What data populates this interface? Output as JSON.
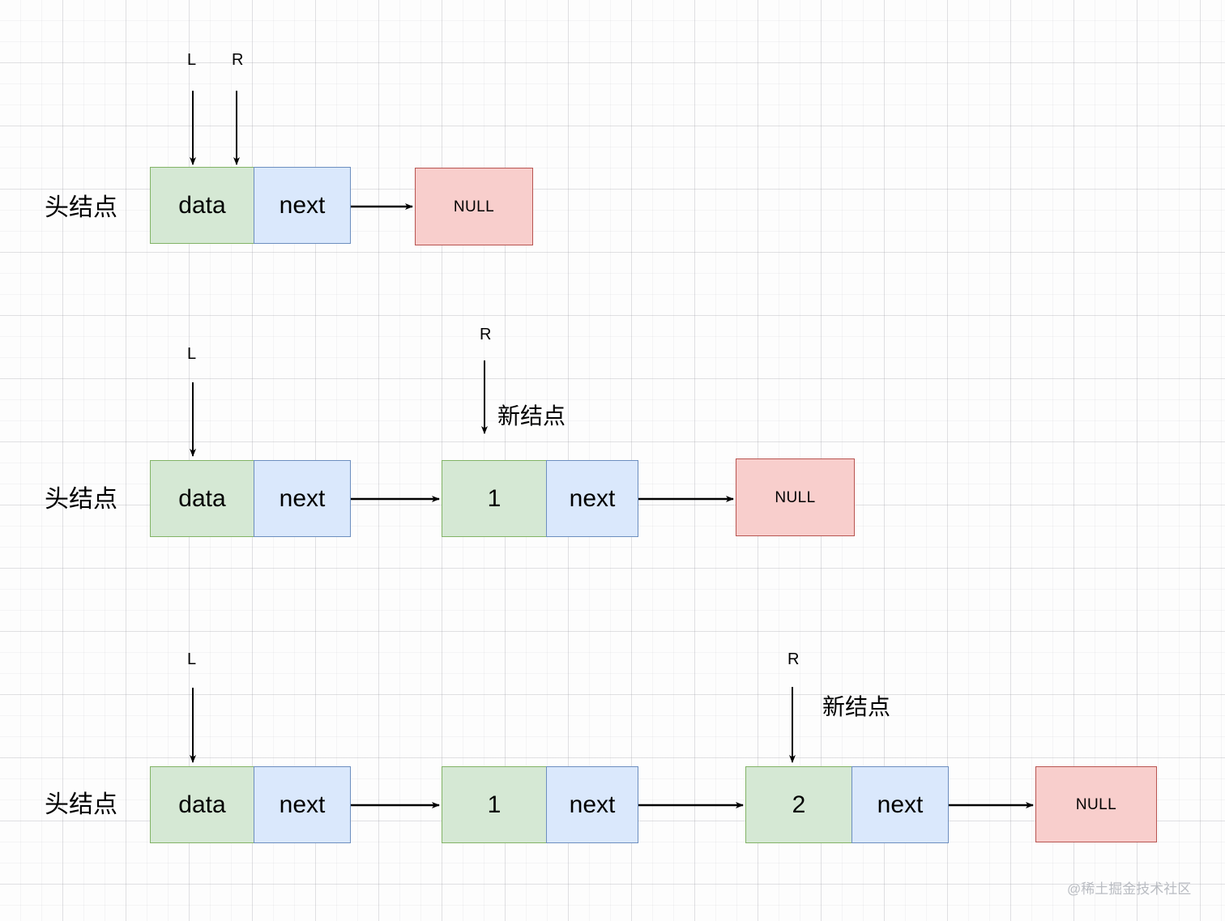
{
  "diagram": {
    "title_watermark": "@稀土掘金技术社区",
    "labels": {
      "head_node": "头结点",
      "new_node": "新结点",
      "pointer_l": "L",
      "pointer_r": "R",
      "data": "data",
      "next": "next",
      "null": "NULL",
      "value_1": "1",
      "value_2": "2"
    },
    "colors": {
      "data_fill": "#d5e8d4",
      "data_border": "#82b366",
      "next_fill": "#dae8fc",
      "next_border": "#6c8ebf",
      "null_fill": "#f8cecc",
      "null_border": "#b85450",
      "grid": "#e8e8ea",
      "watermark": "#b9bcc2",
      "stroke": "#000000"
    },
    "rows": [
      {
        "step": 1,
        "head_label": "头结点",
        "pointers": [
          {
            "name": "L",
            "target": "data"
          },
          {
            "name": "R",
            "target": "data"
          }
        ],
        "nodes": [
          {
            "data": "data",
            "next": "next"
          }
        ],
        "terminator": "NULL"
      },
      {
        "step": 2,
        "head_label": "头结点",
        "pointers": [
          {
            "name": "L",
            "target": "data"
          },
          {
            "name": "R",
            "target": "1",
            "annotation": "新结点"
          }
        ],
        "nodes": [
          {
            "data": "data",
            "next": "next"
          },
          {
            "data": "1",
            "next": "next"
          }
        ],
        "terminator": "NULL"
      },
      {
        "step": 3,
        "head_label": "头结点",
        "pointers": [
          {
            "name": "L",
            "target": "data"
          },
          {
            "name": "R",
            "target": "2",
            "annotation": "新结点"
          }
        ],
        "nodes": [
          {
            "data": "data",
            "next": "next"
          },
          {
            "data": "1",
            "next": "next"
          },
          {
            "data": "2",
            "next": "next"
          }
        ],
        "terminator": "NULL"
      }
    ]
  }
}
